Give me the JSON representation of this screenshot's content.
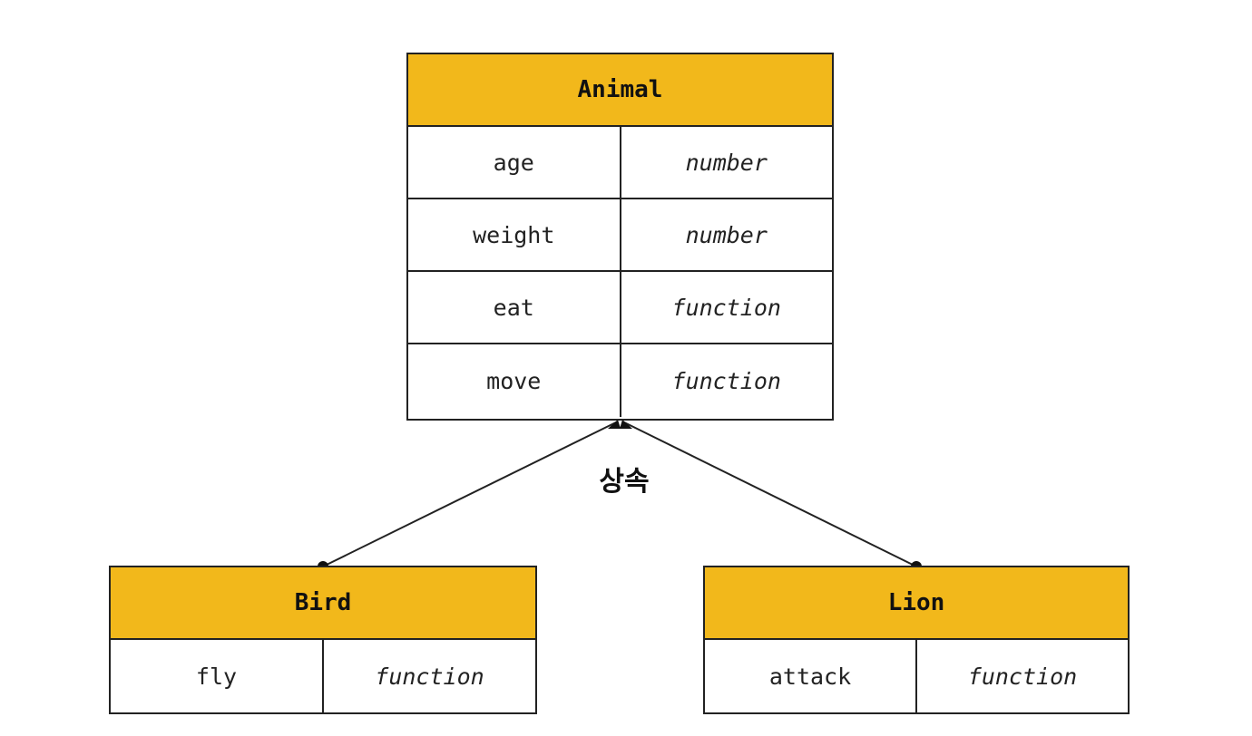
{
  "colors": {
    "header_fill": "#F2B81B",
    "border": "#222222",
    "line": "#222222"
  },
  "classes": {
    "animal": {
      "name": "Animal",
      "members": [
        {
          "name": "age",
          "type": "number"
        },
        {
          "name": "weight",
          "type": "number"
        },
        {
          "name": "eat",
          "type": "function"
        },
        {
          "name": "move",
          "type": "function"
        }
      ]
    },
    "bird": {
      "name": "Bird",
      "members": [
        {
          "name": "fly",
          "type": "function"
        }
      ]
    },
    "lion": {
      "name": "Lion",
      "members": [
        {
          "name": "attack",
          "type": "function"
        }
      ]
    }
  },
  "relation": {
    "label": "상속"
  }
}
